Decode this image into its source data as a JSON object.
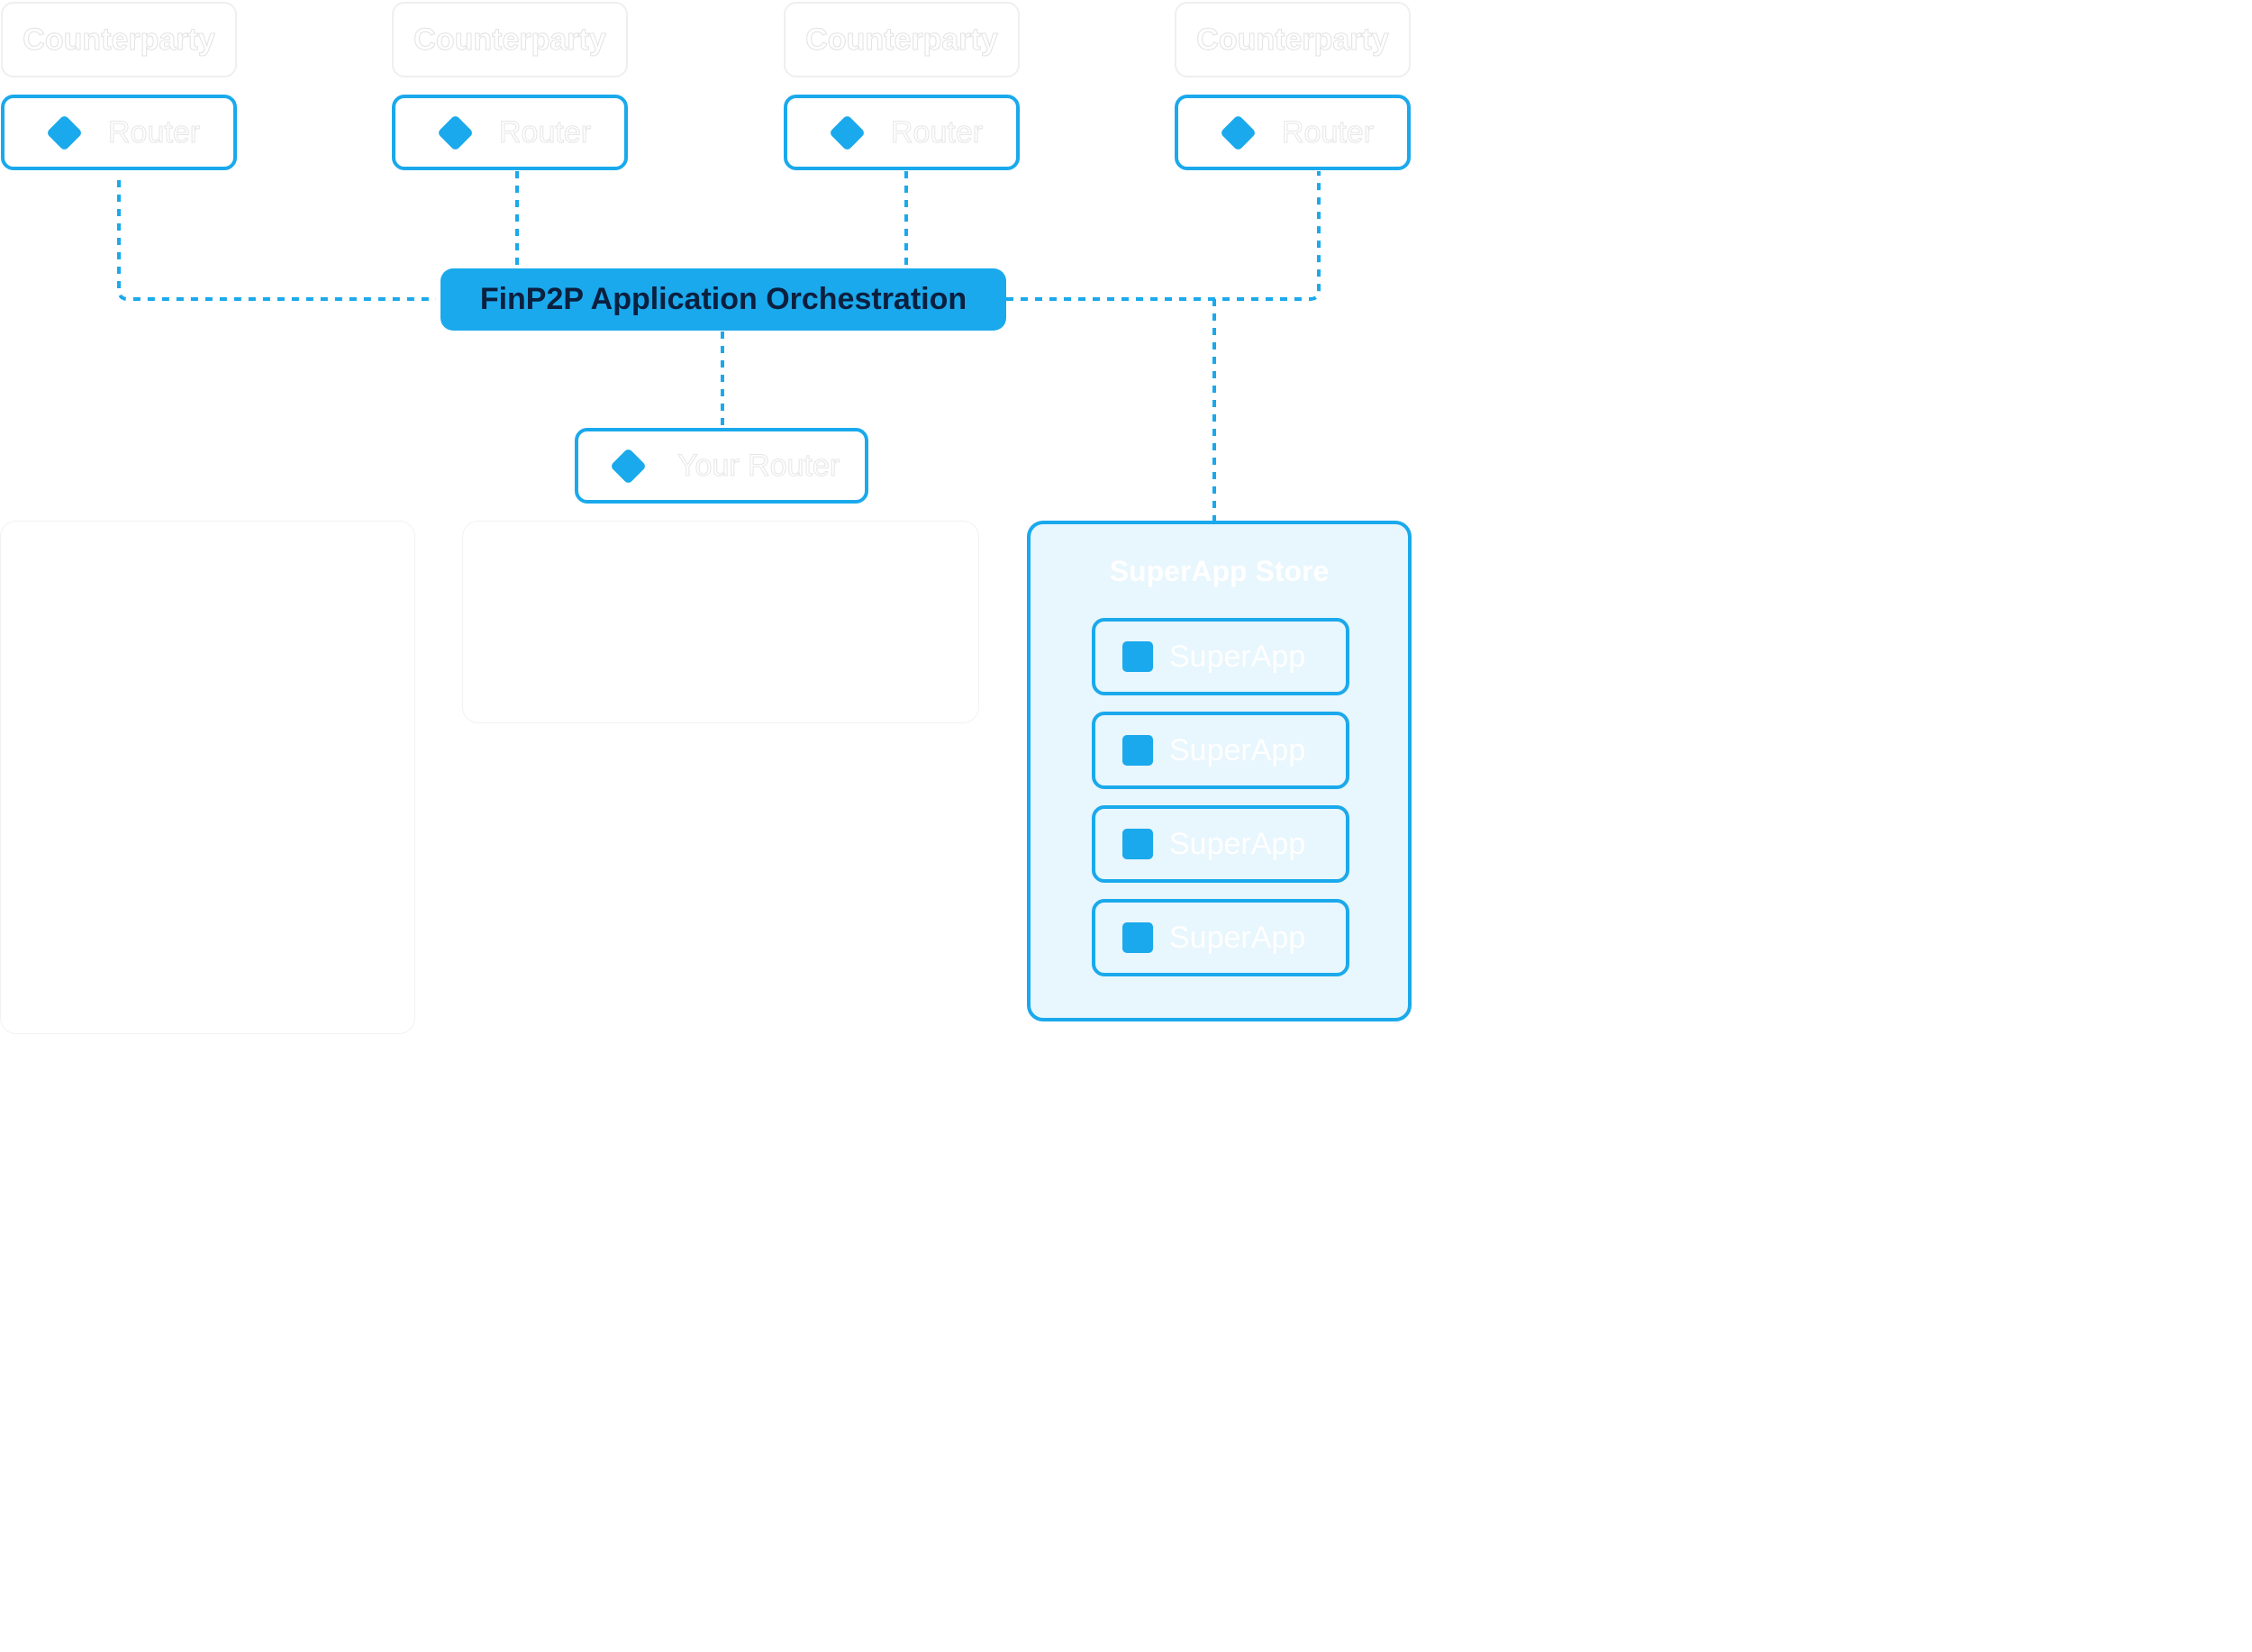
{
  "counterparties": [
    {
      "label": "Counterparty"
    },
    {
      "label": "Counterparty"
    },
    {
      "label": "Counterparty"
    },
    {
      "label": "Counterparty"
    }
  ],
  "routers": [
    {
      "label": "Router"
    },
    {
      "label": "Router"
    },
    {
      "label": "Router"
    },
    {
      "label": "Router"
    }
  ],
  "orchestration": {
    "label": "FinP2P Application Orchestration"
  },
  "your_router": {
    "label": "Your Router"
  },
  "store": {
    "title": "SuperApp Store",
    "apps": [
      {
        "label": "SuperApp"
      },
      {
        "label": "SuperApp"
      },
      {
        "label": "SuperApp"
      },
      {
        "label": "SuperApp"
      }
    ]
  },
  "colors": {
    "accent": "#1aa9ec",
    "store_fill": "#e8f6fd",
    "orchestration_text": "#0b1f3f"
  }
}
